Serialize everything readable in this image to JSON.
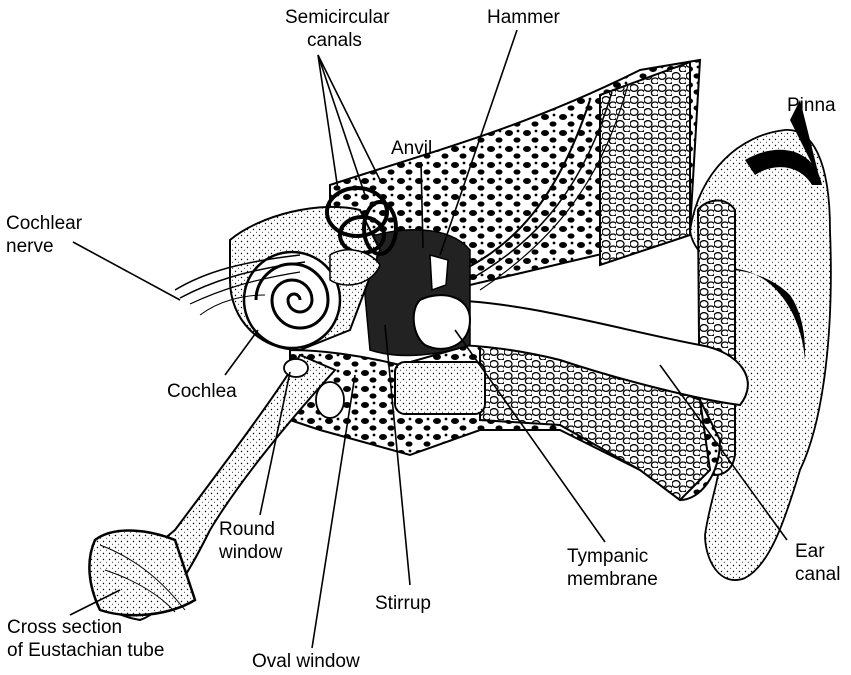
{
  "diagram": {
    "labels": {
      "semicircular_canals": [
        "Semicircular",
        "canals"
      ],
      "hammer": [
        "Hammer"
      ],
      "pinna": [
        "Pinna"
      ],
      "anvil": [
        "Anvil"
      ],
      "cochlear_nerve": [
        "Cochlear",
        "nerve"
      ],
      "cochlea": [
        "Cochlea"
      ],
      "round_window": [
        "Round",
        "window"
      ],
      "ear_canal": [
        "Ear",
        "canal"
      ],
      "tympanic_membrane": [
        "Tympanic",
        "membrane"
      ],
      "stirrup": [
        "Stirrup"
      ],
      "eustachian": [
        "Cross section",
        "of Eustachian tube"
      ],
      "oval_window": [
        "Oval window"
      ]
    }
  }
}
